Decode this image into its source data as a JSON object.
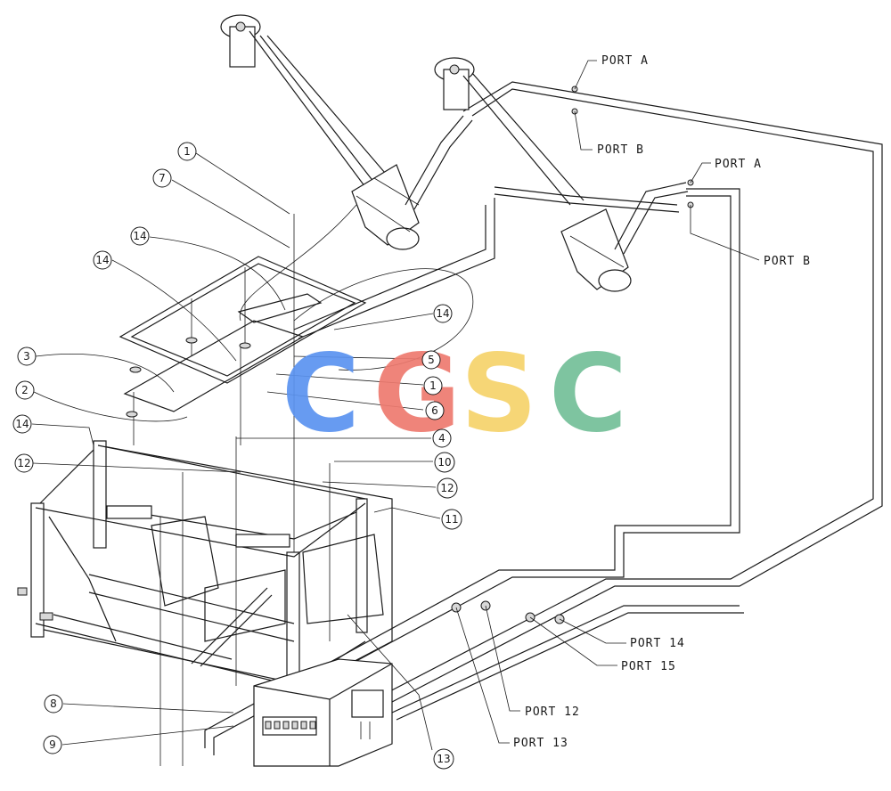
{
  "watermark": {
    "letters": [
      "C",
      "G",
      "S",
      "C"
    ],
    "colors": [
      "#5b93f0",
      "#ee7a6f",
      "#f6d36b",
      "#74bf98"
    ]
  },
  "ports": {
    "a_top": "PORT A",
    "b_top": "PORT B",
    "a_right": "PORT A",
    "b_right": "PORT B",
    "p14": "PORT 14",
    "p15": "PORT 15",
    "p12": "PORT 12",
    "p13": "PORT 13"
  },
  "callouts": {
    "c1_top": "1",
    "c7": "7",
    "c14_a": "14",
    "c14_b": "14",
    "c3": "3",
    "c2": "2",
    "c14_c": "14",
    "c12_left": "12",
    "c14_right": "14",
    "c5": "5",
    "c1_mid": "1",
    "c6": "6",
    "c4": "4",
    "c10": "10",
    "c12_right": "12",
    "c11": "11",
    "c8": "8",
    "c9": "9",
    "c13": "13"
  }
}
